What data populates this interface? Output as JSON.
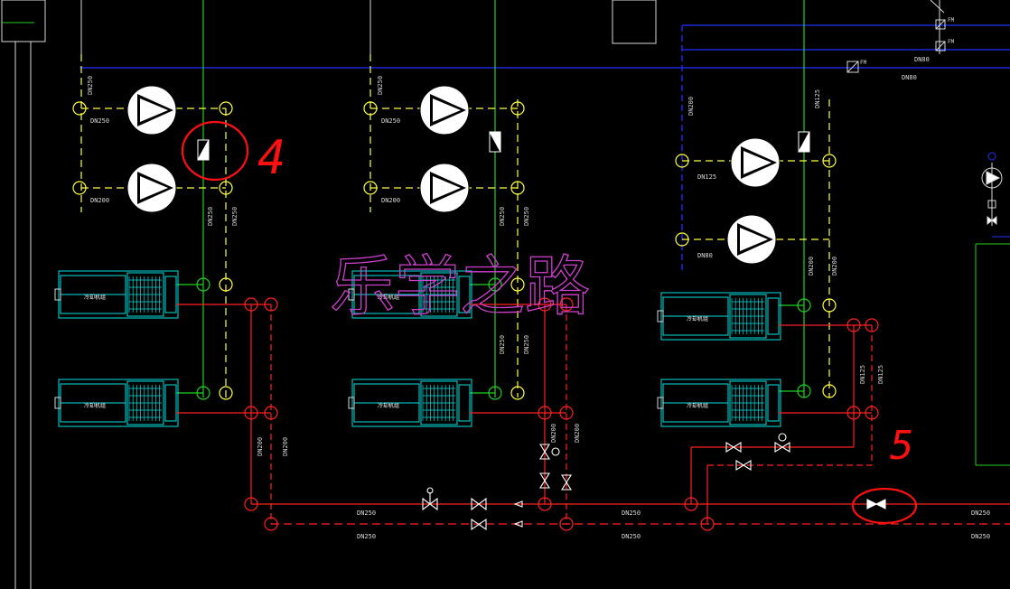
{
  "colors": {
    "background": "#000000",
    "supply_red": "#ff2020",
    "pump_yellow": "#ffff40",
    "riser_green": "#20d020",
    "header_blue": "#2030ff",
    "chiller_cyan": "#00e0e0",
    "markup_red": "#ff1010",
    "watermark_magenta": "#d040d0",
    "frame_white": "#d8d8d8"
  },
  "labels": {
    "pipe_dn250": "DN250",
    "pipe_dn200": "DN200",
    "pipe_dn125": "DN125",
    "pipe_dn80": "DN80",
    "valve_tag": "FM"
  },
  "chiller_unit_label": "冷却机组",
  "annotations": {
    "mark_4": "4",
    "mark_5": "5"
  },
  "watermark_text": "乐学之路"
}
